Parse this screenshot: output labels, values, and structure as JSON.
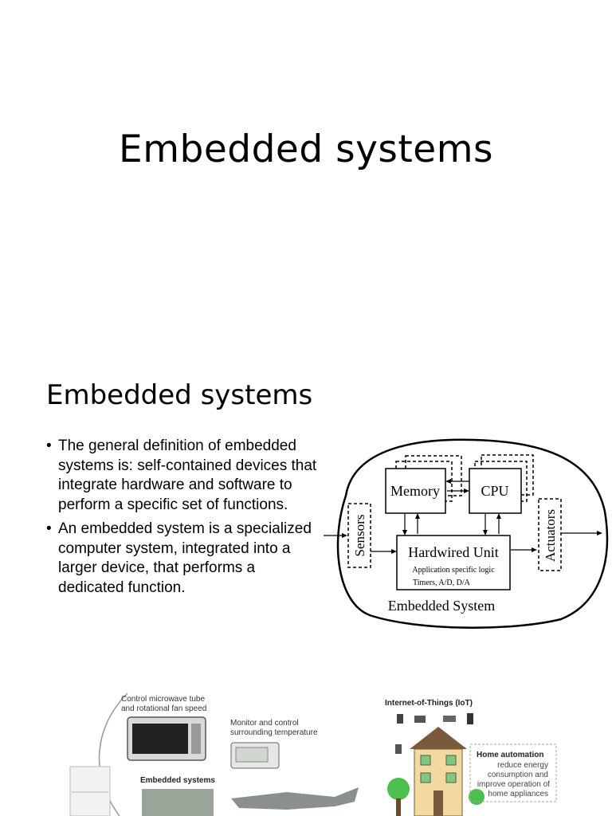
{
  "slide1": {
    "title": "Embedded systems"
  },
  "slide2": {
    "title": "Embedded systems",
    "bullets": [
      "The general definition of embedded systems is: self-contained devices that integrate hardware and software to perform a specific set of functions.",
      "An embedded system is a specialized computer system, integrated into a larger device, that performs a dedicated function."
    ],
    "diagram": {
      "memory": "Memory",
      "cpu": "CPU",
      "hardwired_unit": "Hardwired Unit",
      "hardwired_sub1": "Application specific logic",
      "hardwired_sub2": "Timers, A/D, D/A",
      "sensors": "Sensors",
      "actuators": "Actuators",
      "caption": "Embedded System"
    }
  },
  "slide3": {
    "microwave_label_1": "Control microwave tube",
    "microwave_label_2": "and rotational fan speed",
    "thermo_label_1": "Monitor and control",
    "thermo_label_2": "surrounding temperature",
    "embedded_label": "Embedded systems",
    "iot_label": "Internet-of-Things (IoT)",
    "home_title": "Home automation",
    "home_line_1": "reduce energy",
    "home_line_2": "consumption and",
    "home_line_3": "improve operation of",
    "home_line_4": "home appliances"
  }
}
